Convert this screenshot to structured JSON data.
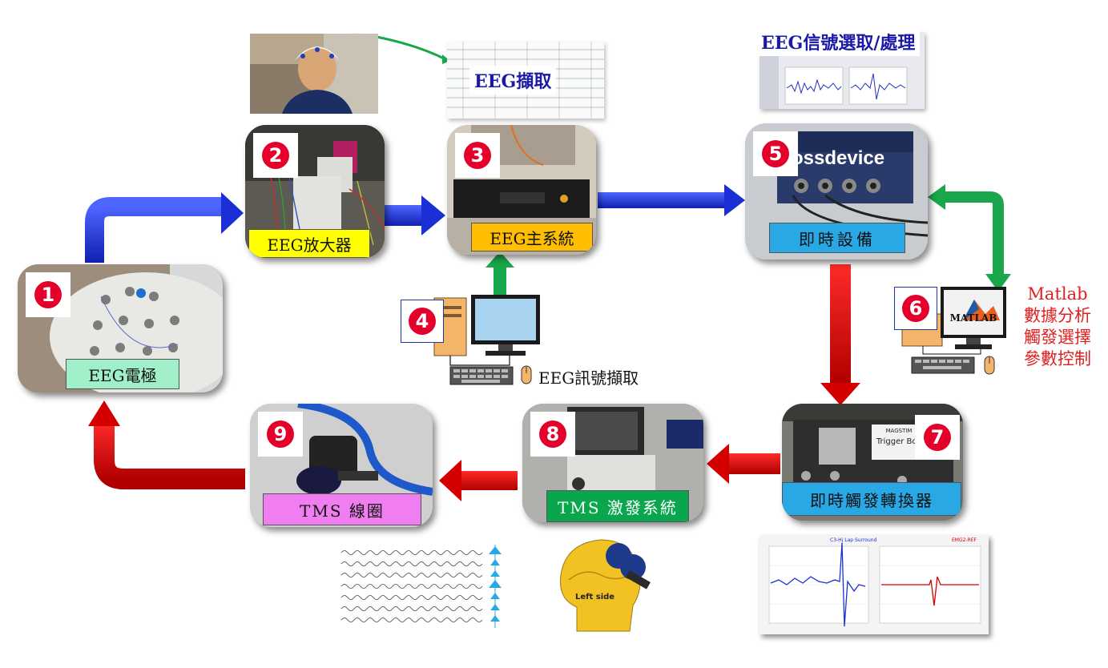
{
  "nodes": {
    "n1": {
      "num": "1",
      "label": "EEG電極"
    },
    "n2": {
      "num": "2",
      "label": "EEG放大器"
    },
    "n3": {
      "num": "3",
      "label": "EEG主系統"
    },
    "n4": {
      "num": "4",
      "label": "EEG訊號擷取"
    },
    "n5": {
      "num": "5",
      "label": "即時設備"
    },
    "n6": {
      "num": "6",
      "lines": [
        "Matlab",
        "數據分析",
        "觸發選擇",
        "參數控制"
      ]
    },
    "n7": {
      "num": "7",
      "label": "即時觸發轉換器"
    },
    "n8": {
      "num": "8",
      "label": "TMS 激發系統"
    },
    "n9": {
      "num": "9",
      "label": "TMS 線圈"
    }
  },
  "captions": {
    "eeg_capture": "EEG擷取",
    "signal_select": "EEG信號選取/處理"
  },
  "photo_text": {
    "bossdevice": "ossdevice",
    "trigger_box_1": "MAGSTIM",
    "trigger_box_2": "Trigger Box",
    "matlab": "MATLAB",
    "left_side": "Left side",
    "emg_title_left": "C3-Hj Lap Surround",
    "emg_title_right": "EMG2-REF"
  },
  "colors": {
    "arrow_blue": "#1a2fd6",
    "arrow_red": "#d40000",
    "arrow_green": "#1aa64a",
    "label_yellow": "#ffff00",
    "label_orange": "#ffbf00",
    "label_cyan": "#29a8e6",
    "label_mint": "#9ff0c8",
    "label_green": "#0aa64e",
    "label_magenta": "#f07ef0",
    "label_white": "#ffffff"
  }
}
